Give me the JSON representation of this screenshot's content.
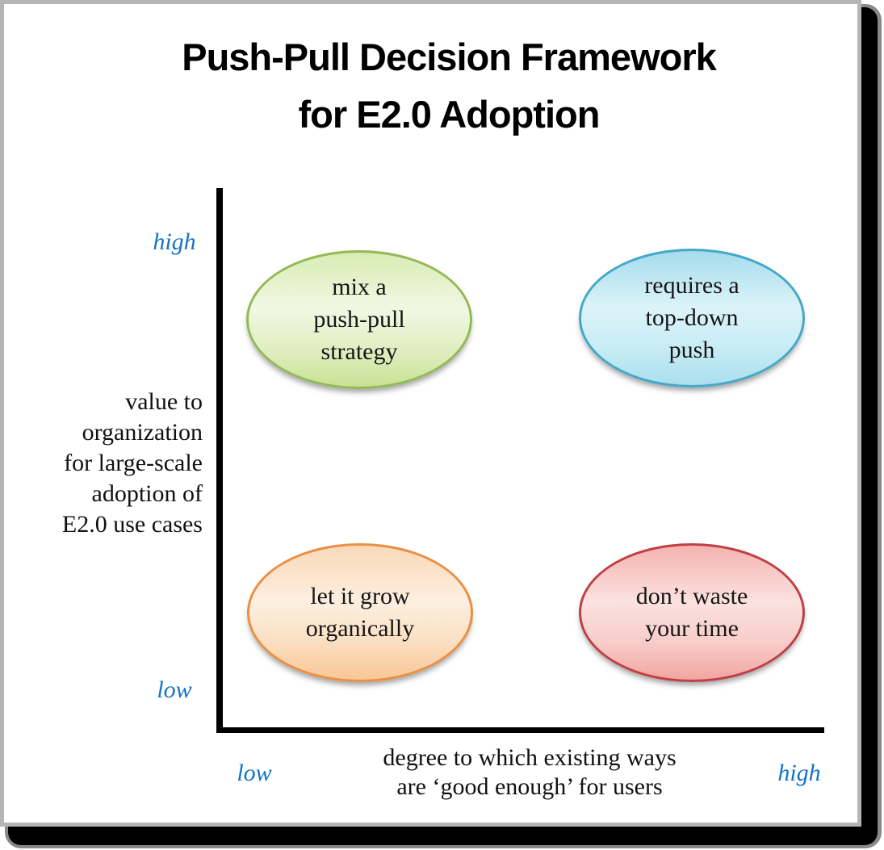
{
  "title": {
    "line1": "Push-Pull Decision Framework",
    "line2": "for E2.0 Adoption"
  },
  "y_axis": {
    "tick_top": "high",
    "tick_bottom": "low",
    "label_lines": [
      "value to",
      "organization",
      "for large-scale",
      "adoption of",
      "E2.0 use cases"
    ]
  },
  "x_axis": {
    "tick_left": "low",
    "tick_right": "high",
    "label_lines": [
      "degree to which existing ways",
      "are ‘good enough’ for users"
    ]
  },
  "quadrants": [
    {
      "position": "top-left",
      "lines": [
        "mix a",
        "push-pull",
        "strategy"
      ],
      "border_color": "#94b957",
      "fill_top": "#d9ecb4",
      "fill_light": "#f0f8e3",
      "fill_mid": "#e0efc2",
      "fill_bottom": "#c9e195"
    },
    {
      "position": "top-right",
      "lines": [
        "requires a",
        "top-down",
        "push"
      ],
      "border_color": "#44a8c6",
      "fill_top": "#a5dcee",
      "fill_light": "#dcf3f9",
      "fill_mid": "#c8ecf5",
      "fill_bottom": "#abdfee"
    },
    {
      "position": "bottom-left",
      "lines": [
        "let it grow",
        "organically"
      ],
      "border_color": "#e89046",
      "fill_top": "#fad9b8",
      "fill_light": "#fdefe0",
      "fill_mid": "#fbdfc2",
      "fill_bottom": "#f8c795"
    },
    {
      "position": "bottom-right",
      "lines": [
        "don’t waste",
        "your time"
      ],
      "border_color": "#bf4045",
      "fill_top": "#f4b3b0",
      "fill_light": "#fbe2e0",
      "fill_mid": "#f8cdca",
      "fill_bottom": "#f2a5a1"
    }
  ],
  "colors": {
    "tick_blue": "#1474c4",
    "axis_black": "#000000",
    "panel_border_gray": "#b5b5b5",
    "frame_black": "#000000",
    "frame_gray": "#8a8a8a"
  }
}
